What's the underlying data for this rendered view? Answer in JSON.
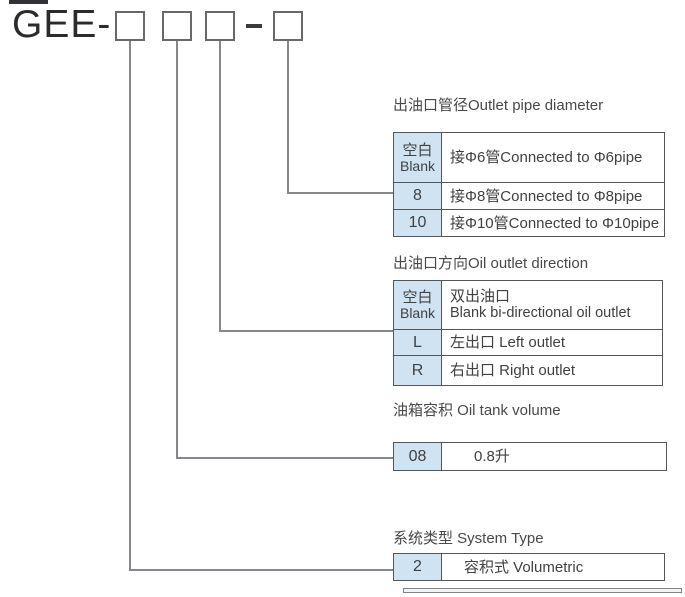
{
  "model_code": {
    "prefix": "GEE-",
    "separator": "-",
    "box_count": 4
  },
  "colors": {
    "code_cell_fill": "#cfe3f2",
    "table_border": "#55565a",
    "connector_line": "#85878a",
    "text": "#414042"
  },
  "sections": [
    {
      "id": "outlet-pipe-diameter",
      "title": "出油口管径Outlet pipe diameter",
      "rows": [
        {
          "code_cn": "空白",
          "code_en": "Blank",
          "desc": "接Φ6管Connected to Φ6pipe"
        },
        {
          "code": "8",
          "desc": "接Φ8管Connected to Φ8pipe"
        },
        {
          "code": "10",
          "desc": "接Φ10管Connected to Φ10pipe"
        }
      ]
    },
    {
      "id": "oil-outlet-direction",
      "title": "出油口方向Oil outlet direction",
      "rows": [
        {
          "code_cn": "空白",
          "code_en": "Blank",
          "desc_cn": "双出油口",
          "desc_en": "Blank bi-directional oil outlet"
        },
        {
          "code": "L",
          "desc": "左出口 Left outlet"
        },
        {
          "code": "R",
          "desc": "右出口 Right outlet"
        }
      ]
    },
    {
      "id": "oil-tank-volume",
      "title": "油箱容积 Oil tank volume",
      "rows": [
        {
          "code": "08",
          "desc": "0.8升"
        }
      ]
    },
    {
      "id": "system-type",
      "title": "系统类型 System Type",
      "rows": [
        {
          "code": "2",
          "desc": "容积式 Volumetric"
        }
      ]
    }
  ]
}
